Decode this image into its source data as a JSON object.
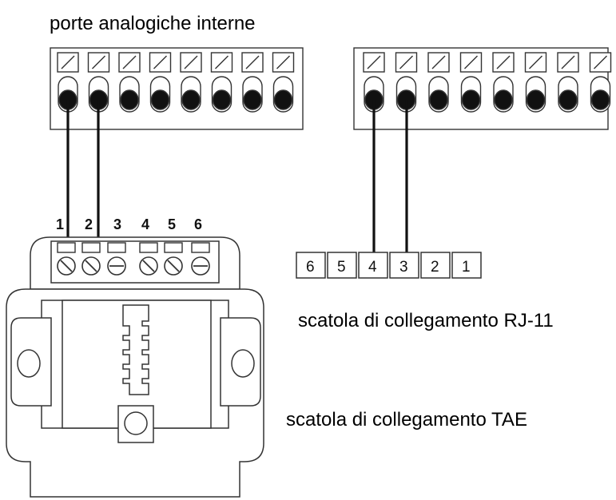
{
  "labels": {
    "internal_ports": "porte analogiche interne",
    "rj11_box": "scatola di collegamento RJ-11",
    "tae_box": "scatola di collegamento TAE"
  },
  "tae_terminals": [
    "1",
    "2",
    "3",
    "4",
    "5",
    "6"
  ],
  "rj11_cells": [
    "6",
    "5",
    "4",
    "3",
    "2",
    "1"
  ]
}
